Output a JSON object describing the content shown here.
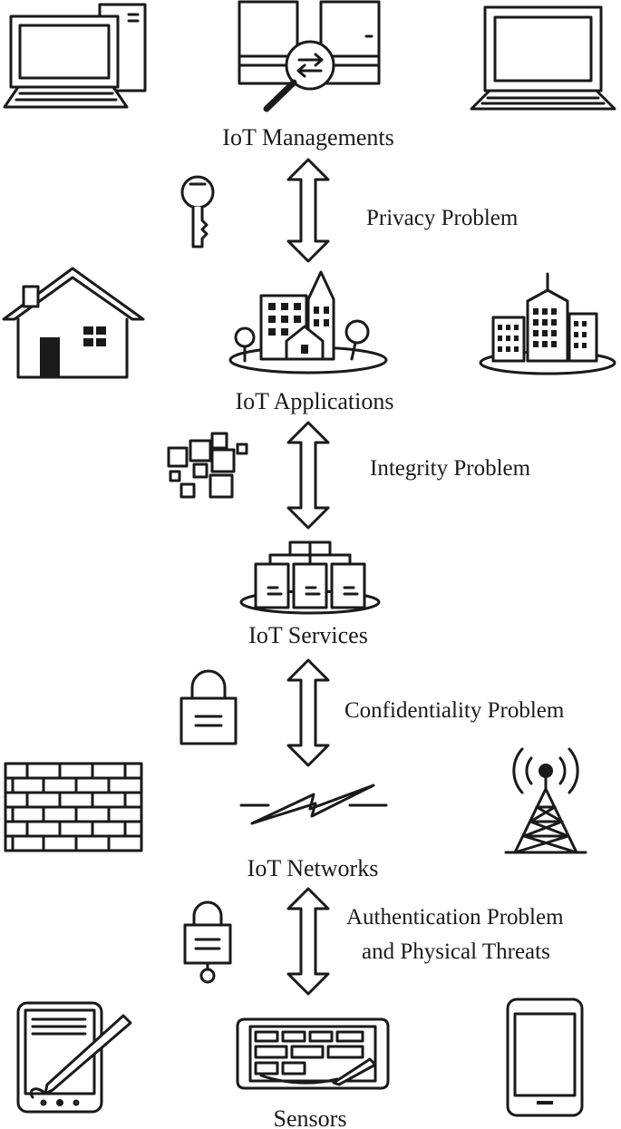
{
  "layers": [
    {
      "label": "IoT Managements"
    },
    {
      "label": "IoT Applications"
    },
    {
      "label": "IoT Services"
    },
    {
      "label": "IoT Networks"
    },
    {
      "label": "Sensors"
    }
  ],
  "problems": [
    {
      "lines": [
        "Privacy Problem"
      ]
    },
    {
      "lines": [
        "Integrity Problem"
      ]
    },
    {
      "lines": [
        "Confidentiality Problem"
      ]
    },
    {
      "lines": [
        "Authentication Problem",
        "and Physical Threats"
      ]
    }
  ],
  "icons": {
    "managements": [
      "desktop-computer-icon",
      "server-search-icon",
      "laptop-icon"
    ],
    "privacy": "key-icon",
    "applications": [
      "house-icon",
      "city-island-icon",
      "skyscraper-icon"
    ],
    "integrity": "fragment-blocks-icon",
    "services": "server-cluster-icon",
    "confidentiality": "padlock-icon",
    "networks": [
      "brick-wall-icon",
      "lightning-link-icon",
      "radio-tower-icon"
    ],
    "authentication": "padlock-key-icon",
    "sensors": [
      "tablet-stylus-icon",
      "touch-device-icon",
      "smartphone-icon"
    ]
  }
}
